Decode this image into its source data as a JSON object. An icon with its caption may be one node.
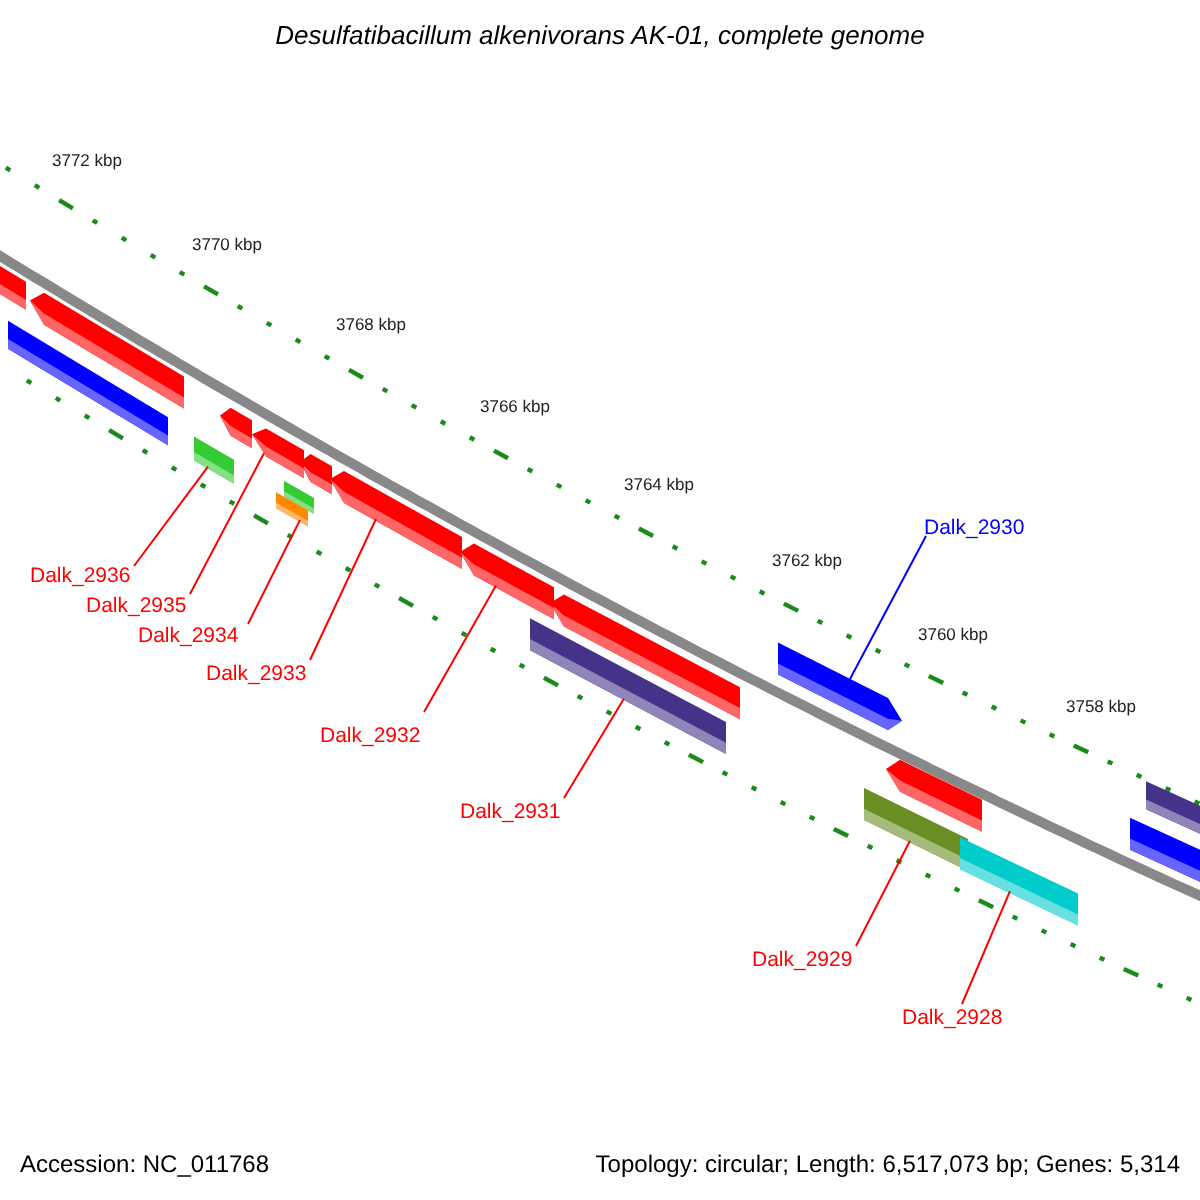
{
  "diagram": {
    "title": "Desulfatibacillum alkenivorans AK-01, complete genome",
    "nodes": [
      {
        "text": [
          "Dalk_2930"
        ]
      },
      {
        "text": [
          "Dalk_2936"
        ]
      },
      {
        "text": [
          "Dalk_2935"
        ]
      },
      {
        "text": [
          "Dalk_2934"
        ]
      },
      {
        "text": [
          "Dalk_2933"
        ]
      },
      {
        "text": [
          "Dalk_2932"
        ]
      },
      {
        "text": [
          "Dalk_2931"
        ]
      },
      {
        "text": [
          "Dalk_2929"
        ]
      },
      {
        "text": [
          "Dalk_2928"
        ]
      },
      {
        "text": [],
        "shape": "arrow"
      },
      {
        "text": [],
        "shape": "bar"
      },
      {
        "text": [],
        "shape": "arrow"
      },
      {
        "text": [],
        "shape": "bar"
      },
      {
        "text": [],
        "shape": "arrow"
      },
      {
        "text": [],
        "shape": "arrow"
      },
      {
        "text": [],
        "shape": "bar"
      },
      {
        "text": [],
        "shape": "bar"
      },
      {
        "text": [],
        "shape": "bar"
      }
    ],
    "edges": [
      {
        "from": 0,
        "to": 9,
        "arrow": "none",
        "color": "#0000ff"
      },
      {
        "from": 1,
        "to": 10,
        "arrow": "none"
      },
      {
        "from": 2,
        "to": 11,
        "arrow": "none"
      },
      {
        "from": 3,
        "to": 12,
        "arrow": "none"
      },
      {
        "from": 4,
        "to": 13,
        "arrow": "none"
      },
      {
        "from": 5,
        "to": 14,
        "arrow": "none"
      },
      {
        "from": 6,
        "to": 15,
        "arrow": "none"
      },
      {
        "from": 7,
        "to": 16,
        "arrow": "none"
      },
      {
        "from": 8,
        "to": 17,
        "arrow": "none"
      }
    ],
    "labels": [
      "3772 kbp",
      "3770 kbp",
      "3768 kbp",
      "3766 kbp",
      "3764 kbp",
      "3762 kbp",
      "3760 kbp",
      "3758 kbp",
      "Accession: NC_011768",
      "Topology: circular; Length: 6,517,073 bp; Genes: 5,314"
    ]
  }
}
